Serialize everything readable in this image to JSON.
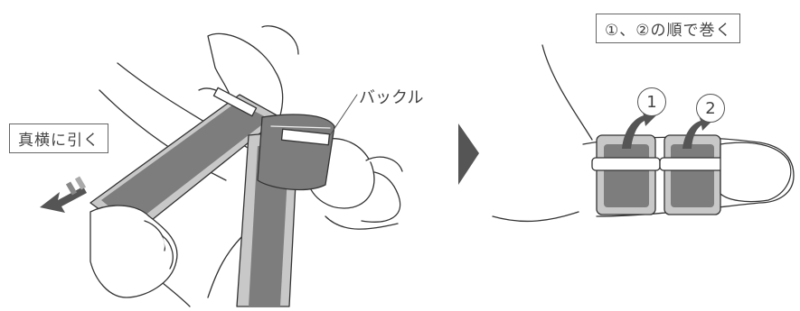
{
  "labels": {
    "pull_sideways": "真横に引く",
    "buckle": "バックル",
    "wrap_order": "①、②の順で巻く",
    "step1": "1",
    "step2": "2"
  },
  "colors": {
    "strap_gray": "#7d7d7d",
    "strap_light": "#c8c8c8",
    "line": "#333333",
    "arrow": "#555555"
  }
}
